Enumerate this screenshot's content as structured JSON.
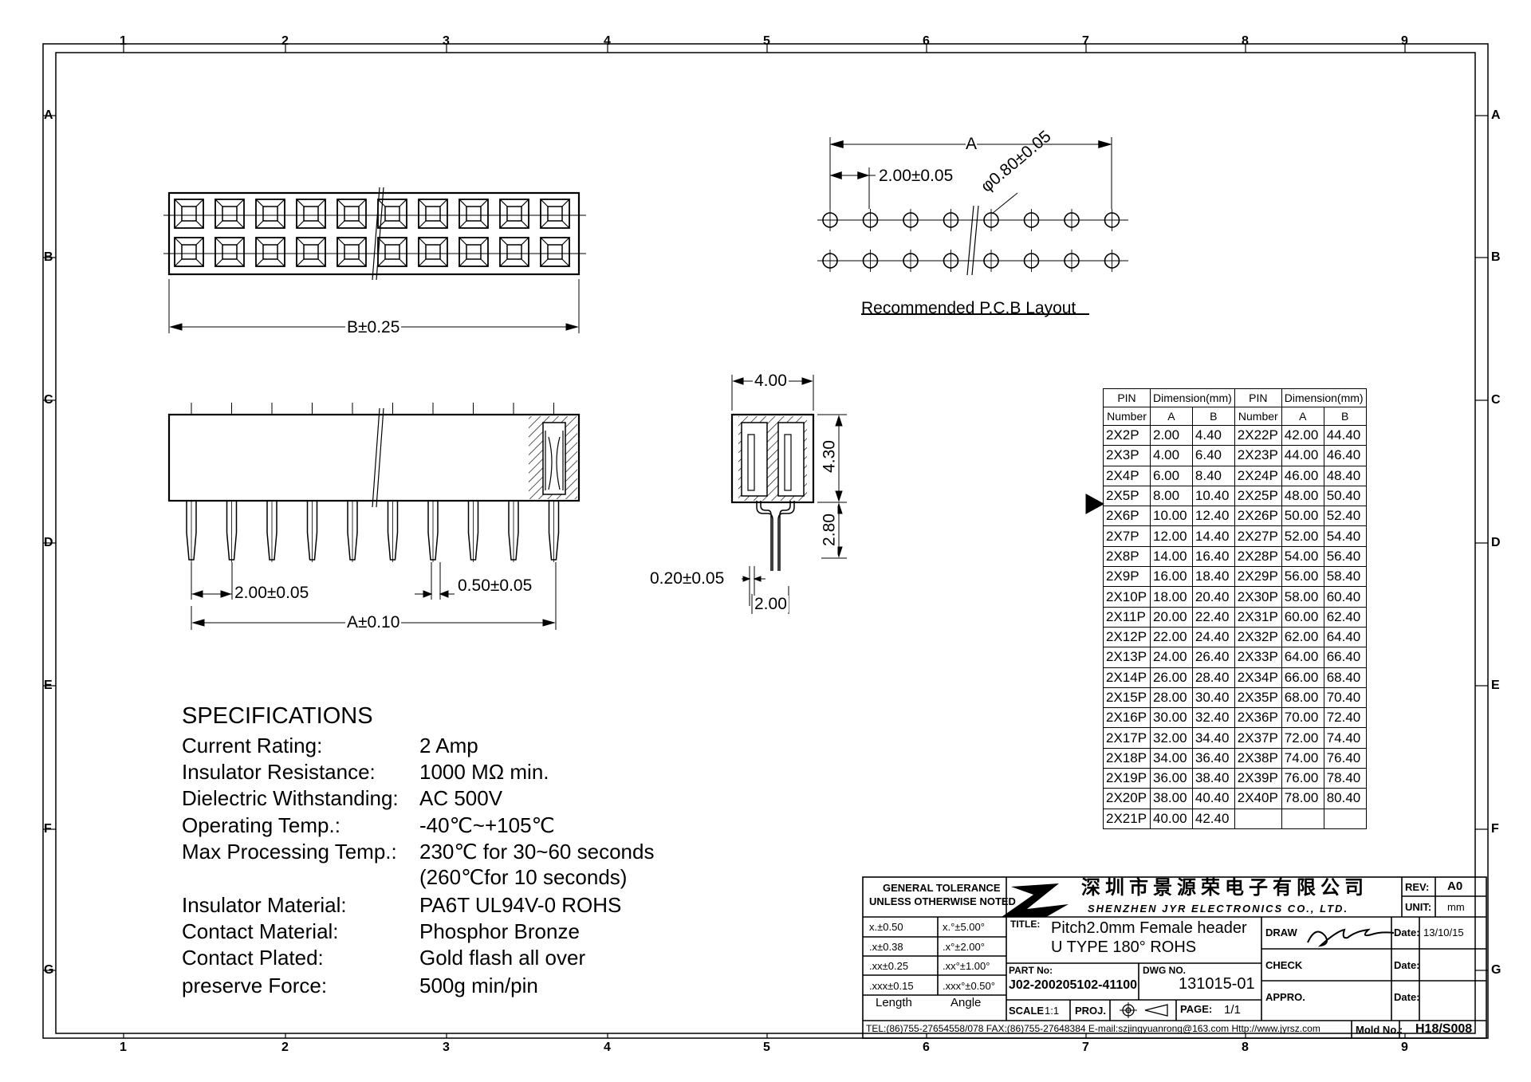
{
  "ruler": {
    "cols": [
      "1",
      "2",
      "3",
      "4",
      "5",
      "6",
      "7",
      "8",
      "9"
    ],
    "rows": [
      "A",
      "B",
      "C",
      "D",
      "E",
      "F",
      "G"
    ]
  },
  "top_view": {
    "b_dim": "B±0.25"
  },
  "pcb": {
    "a_dim": "A",
    "pitch": "2.00±0.05",
    "hole": "φ0.80±0.05",
    "caption": "Recommended P.C.B Layout"
  },
  "front_view": {
    "pitch": "2.00±0.05",
    "pin_width": "0.50±0.05",
    "a_dim": "A±0.10"
  },
  "side_view": {
    "width": "4.00",
    "height": "4.30",
    "tail": "2.80",
    "thickness": "0.20±0.05",
    "row_pitch": "2.00"
  },
  "pin_table": {
    "h_pin": "PIN",
    "h_number": "Number",
    "h_dim": "Dimension(mm)",
    "h_a": "A",
    "h_b": "B",
    "rows": [
      [
        "2X2P",
        "2.00",
        "4.40",
        "2X22P",
        "42.00",
        "44.40"
      ],
      [
        "2X3P",
        "4.00",
        "6.40",
        "2X23P",
        "44.00",
        "46.40"
      ],
      [
        "2X4P",
        "6.00",
        "8.40",
        "2X24P",
        "46.00",
        "48.40"
      ],
      [
        "2X5P",
        "8.00",
        "10.40",
        "2X25P",
        "48.00",
        "50.40"
      ],
      [
        "2X6P",
        "10.00",
        "12.40",
        "2X26P",
        "50.00",
        "52.40"
      ],
      [
        "2X7P",
        "12.00",
        "14.40",
        "2X27P",
        "52.00",
        "54.40"
      ],
      [
        "2X8P",
        "14.00",
        "16.40",
        "2X28P",
        "54.00",
        "56.40"
      ],
      [
        "2X9P",
        "16.00",
        "18.40",
        "2X29P",
        "56.00",
        "58.40"
      ],
      [
        "2X10P",
        "18.00",
        "20.40",
        "2X30P",
        "58.00",
        "60.40"
      ],
      [
        "2X11P",
        "20.00",
        "22.40",
        "2X31P",
        "60.00",
        "62.40"
      ],
      [
        "2X12P",
        "22.00",
        "24.40",
        "2X32P",
        "62.00",
        "64.40"
      ],
      [
        "2X13P",
        "24.00",
        "26.40",
        "2X33P",
        "64.00",
        "66.40"
      ],
      [
        "2X14P",
        "26.00",
        "28.40",
        "2X34P",
        "66.00",
        "68.40"
      ],
      [
        "2X15P",
        "28.00",
        "30.40",
        "2X35P",
        "68.00",
        "70.40"
      ],
      [
        "2X16P",
        "30.00",
        "32.40",
        "2X36P",
        "70.00",
        "72.40"
      ],
      [
        "2X17P",
        "32.00",
        "34.40",
        "2X37P",
        "72.00",
        "74.40"
      ],
      [
        "2X18P",
        "34.00",
        "36.40",
        "2X38P",
        "74.00",
        "76.40"
      ],
      [
        "2X19P",
        "36.00",
        "38.40",
        "2X39P",
        "76.00",
        "78.40"
      ],
      [
        "2X20P",
        "38.00",
        "40.40",
        "2X40P",
        "78.00",
        "80.40"
      ],
      [
        "2X21P",
        "40.00",
        "42.40",
        "",
        "",
        ""
      ]
    ]
  },
  "specs": {
    "title": "SPECIFICATIONS",
    "items": [
      {
        "k": "Current Rating:",
        "v": "2 Amp"
      },
      {
        "k": "Insulator Resistance:",
        "v": "1000 MΩ min."
      },
      {
        "k": "Dielectric Withstanding:",
        "v": "AC 500V"
      },
      {
        "k": "Operating Temp.:",
        "v": "-40℃~+105℃"
      },
      {
        "k": "Max Processing Temp.:",
        "v": "230℃ for 30~60 seconds"
      },
      {
        "k": "Insulator Material:",
        "v": "PA6T UL94V-0 ROHS"
      },
      {
        "k": "Contact Material:",
        "v": "Phosphor Bronze"
      },
      {
        "k": "Contact Plated:",
        "v": "Gold flash all over"
      },
      {
        "k": "preserve Force:",
        "v": "500g min/pin"
      }
    ],
    "extra": "(260℃for 10 seconds)"
  },
  "title_block": {
    "tol_title1": "GENERAL TOLERANCE",
    "tol_title2": "UNLESS OTHERWISE NOTED",
    "tol": [
      [
        "x.±0.50",
        "x.°±5.00°"
      ],
      [
        ".x±0.38",
        ".x°±2.00°"
      ],
      [
        ".xx±0.25",
        ".xx°±1.00°"
      ],
      [
        ".xxx±0.15",
        ".xxx°±0.50°"
      ]
    ],
    "length": "Length",
    "angle": "Angle",
    "company_cn": "深圳市景源荣电子有限公司",
    "company_en": "SHENZHEN JYR ELECTRONICS CO., LTD.",
    "rev_label": "REV:",
    "rev": "A0",
    "unit_label": "UNIT:",
    "unit": "mm",
    "title_label": "TITLE:",
    "title1": "Pitch2.0mm Female header",
    "title2": "U TYPE 180° ROHS",
    "draw": "DRAW",
    "check": "CHECK",
    "appro": "APPRO.",
    "date_label": "Date:",
    "date": "13/10/15",
    "part_label": "PART No:",
    "part": "J02-200205102-41100",
    "dwg_label": "DWG NO.",
    "dwg": "131015-01",
    "scale_label": "SCALE",
    "scale": "1:1",
    "proj": "PROJ.",
    "page_label": "PAGE:",
    "page": "1/1",
    "contact": "TEL:(86)755-27654558/078  FAX:(86)755-27648384  E-mail:szjingyuanrong@163.com   Http://www.jyrsz.com",
    "mold_label": "Mold No.:",
    "mold": "H18/S008"
  }
}
